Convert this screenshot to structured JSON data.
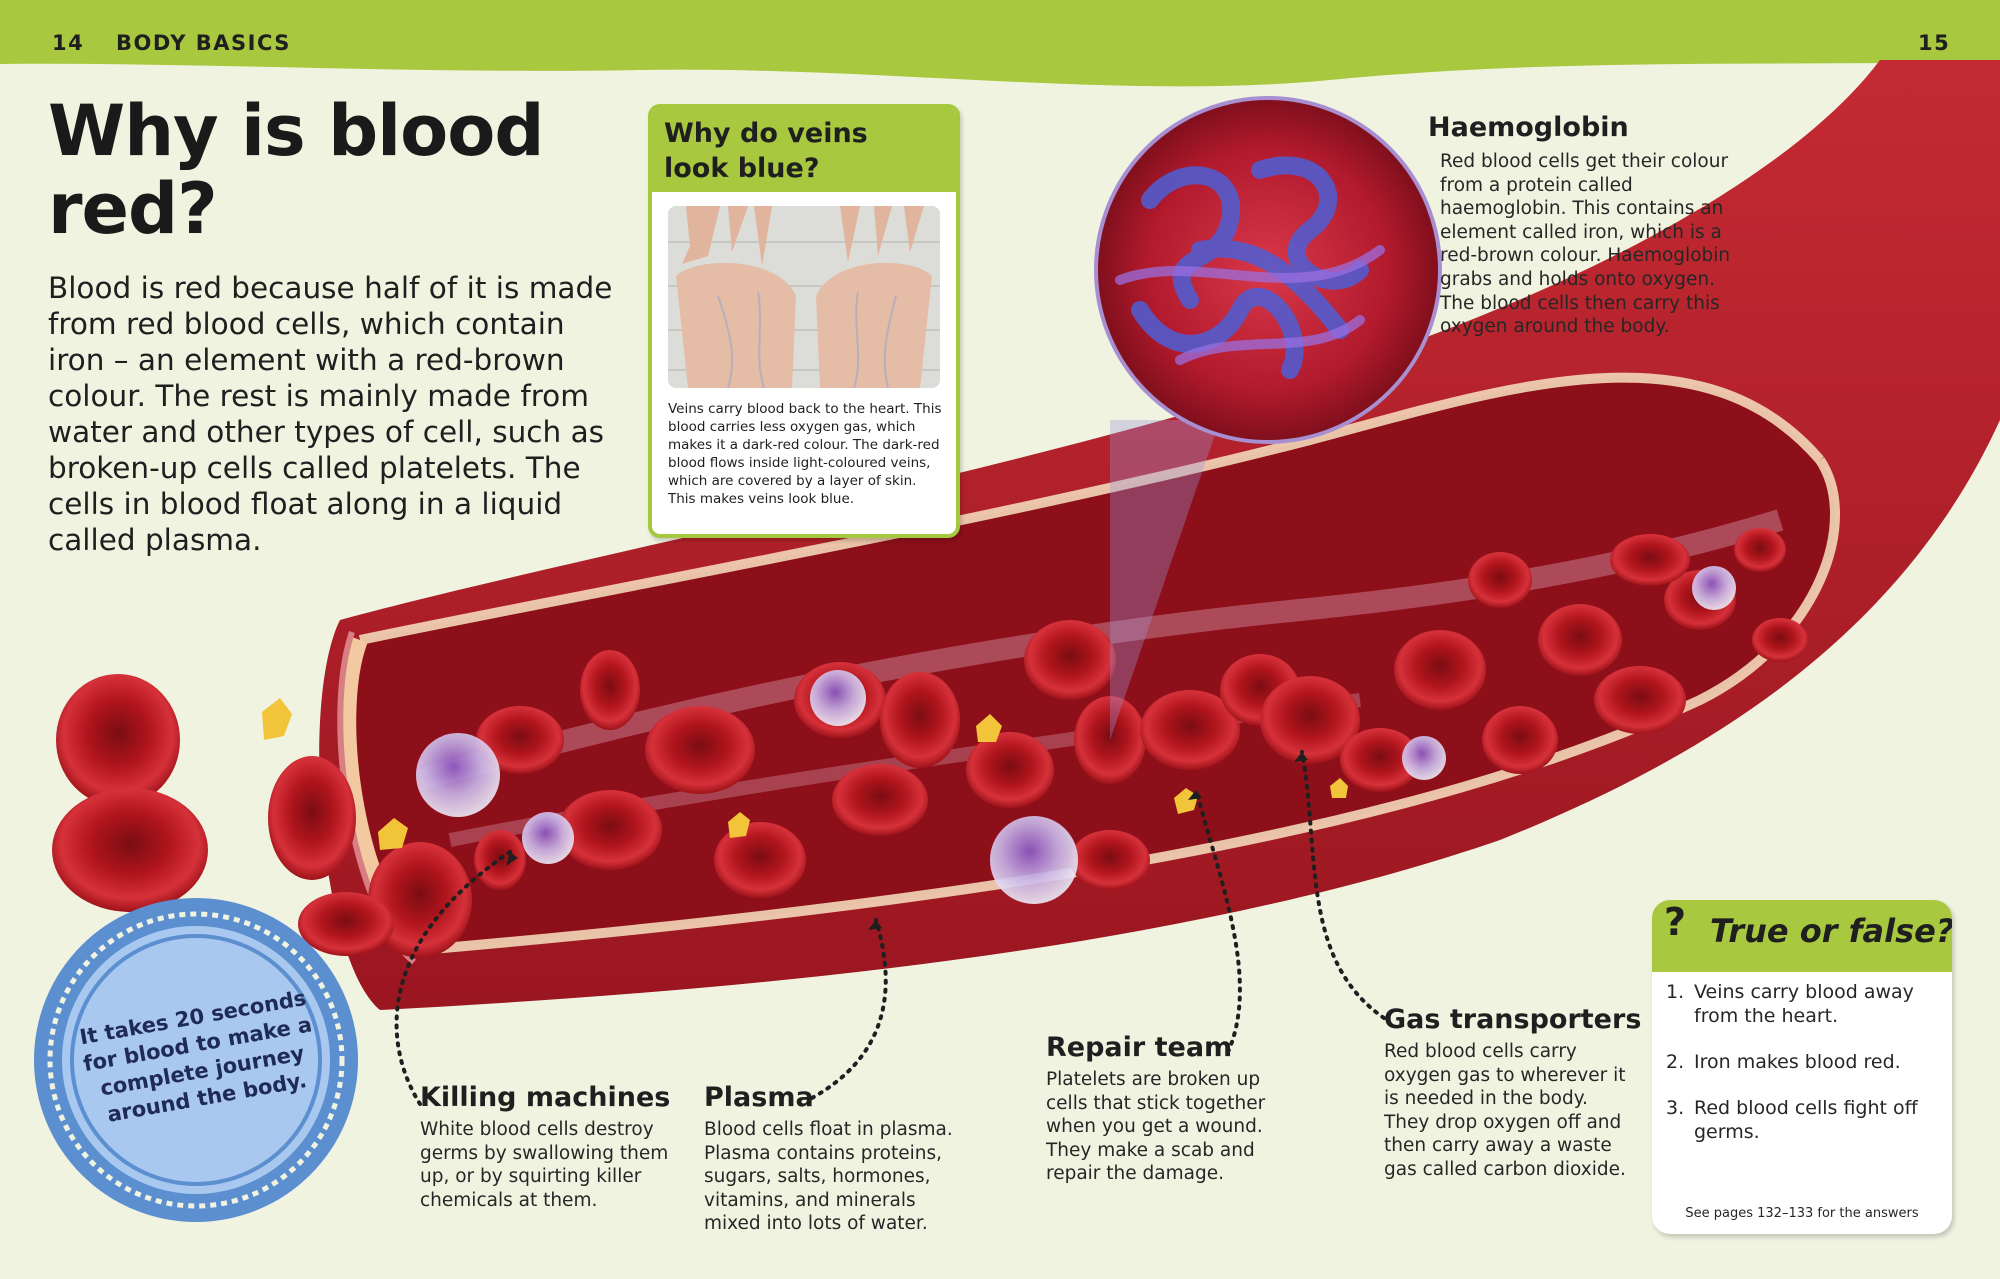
{
  "header": {
    "page_left": "14",
    "section": "BODY BASICS",
    "page_right": "15"
  },
  "title": "Why is blood red?",
  "intro": "Blood is red because half of it is made from red blood cells, which contain iron – an element with a red-brown colour. The rest is mainly made from water and other types of cell, such as broken-up cells called platelets. The cells in blood float along in a liquid called plasma.",
  "veins_box": {
    "title_line1": "Why do veins",
    "title_line2": "look blue?",
    "caption": "Veins carry blood back to the heart. This blood carries less oxygen gas, which makes it a dark-red colour. The dark-red blood flows inside light-coloured veins, which are covered by a layer of skin. This makes veins look blue."
  },
  "haemoglobin": {
    "title": "Haemoglobin",
    "text": "Red blood cells get their colour from a protein called haemoglobin. This contains an element called iron, which is a red-brown colour. Haemoglobin grabs and holds onto oxygen. The blood cells then carry this oxygen around the body."
  },
  "labels": {
    "killing": {
      "title": "Killing machines",
      "text": "White blood cells destroy germs by swallowing them up, or by squirting killer chemicals at them."
    },
    "plasma": {
      "title": "Plasma",
      "text": "Blood cells float in plasma. Plasma contains proteins, sugars, salts, hormones, vitamins, and minerals mixed into lots of water."
    },
    "repair": {
      "title": "Repair team",
      "text": "Platelets are broken up cells that stick together when you get a wound. They make a scab and repair the damage."
    },
    "gas": {
      "title": "Gas transporters",
      "text": "Red blood cells carry oxygen gas to wherever it is needed in the body. They drop oxygen off and then carry away a waste gas called carbon dioxide."
    }
  },
  "stamp": "It takes 20 seconds for blood to make a complete journey around the body.",
  "true_false": {
    "question_mark": "?",
    "title": "True or false?",
    "items": [
      {
        "num": "1.",
        "text": "Veins carry blood away from the heart."
      },
      {
        "num": "2.",
        "text": "Iron makes blood red."
      },
      {
        "num": "3.",
        "text": "Red blood cells fight off germs."
      }
    ],
    "note": "See pages 132–133 for the answers"
  },
  "colors": {
    "header_green": "#a8c83f",
    "page_bg": "#f1f3e1",
    "blood_red": "#c0232b",
    "stamp_blue": "#5b8fd0"
  }
}
